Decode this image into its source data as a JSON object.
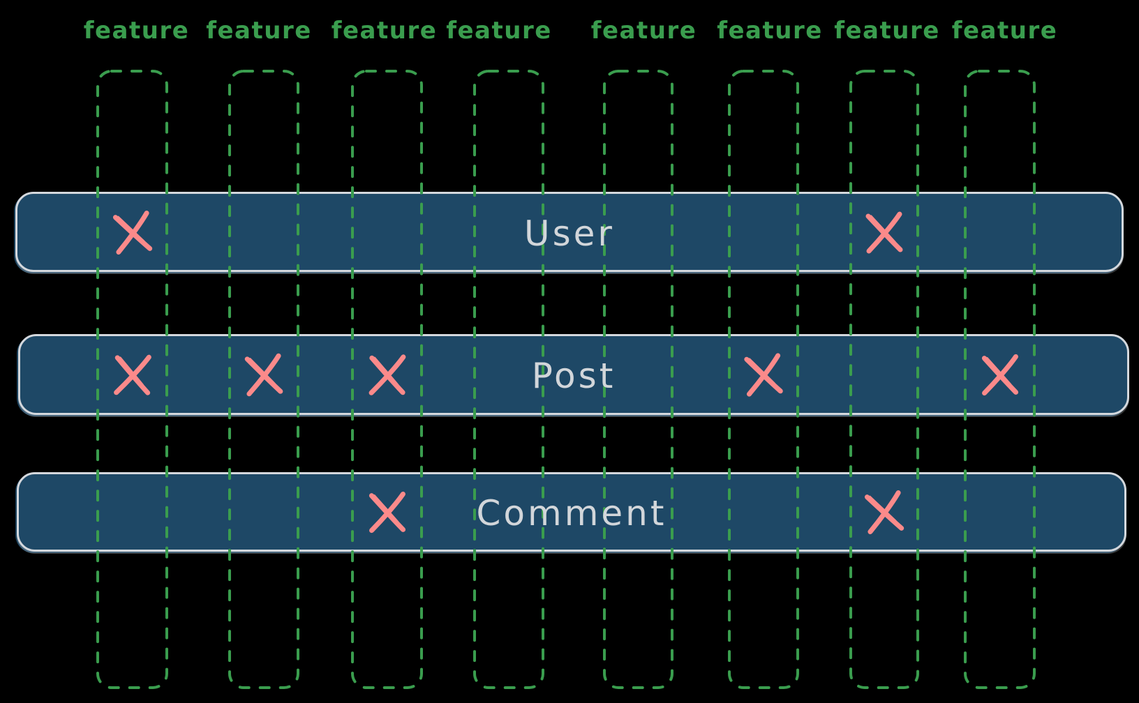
{
  "diagram": {
    "feature_labels": [
      "feature",
      "feature",
      "feature",
      "feature",
      "feature",
      "feature",
      "feature",
      "feature"
    ],
    "entities": [
      {
        "name": "User",
        "crossed_features": [
          1,
          7
        ]
      },
      {
        "name": "Post",
        "crossed_features": [
          1,
          2,
          3,
          6,
          8
        ]
      },
      {
        "name": "Comment",
        "crossed_features": [
          3,
          7
        ]
      }
    ]
  },
  "colors": {
    "background": "#000000",
    "feature_green": "#3a9d4e",
    "row_fill": "#1e4866",
    "row_border": "#d4d8dd",
    "row_text": "#d2d6da",
    "cross_red": "#fb8a8a"
  }
}
